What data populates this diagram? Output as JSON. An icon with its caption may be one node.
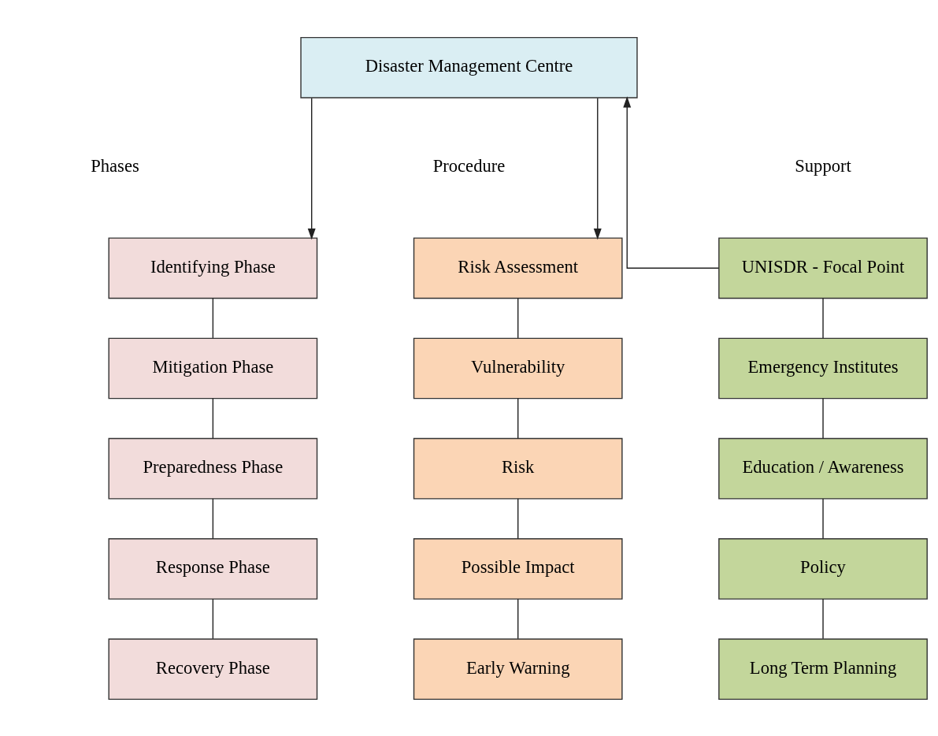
{
  "diagram": {
    "nodes": [
      {
        "text": [
          "Disaster Management Centre"
        ]
      },
      {
        "text": [
          "Identifying Phase"
        ]
      },
      {
        "text": [
          "Mitigation Phase"
        ]
      },
      {
        "text": [
          "Preparedness Phase"
        ]
      },
      {
        "text": [
          "Response Phase"
        ]
      },
      {
        "text": [
          "Recovery Phase"
        ]
      },
      {
        "text": [
          "Risk Assessment"
        ]
      },
      {
        "text": [
          "Vulnerability"
        ]
      },
      {
        "text": [
          "Risk"
        ]
      },
      {
        "text": [
          "Possible Impact"
        ]
      },
      {
        "text": [
          "Early Warning"
        ]
      },
      {
        "text": [
          "UNISDR - Focal Point"
        ]
      },
      {
        "text": [
          "Emergency Institutes"
        ]
      },
      {
        "text": [
          "Education / Awareness"
        ]
      },
      {
        "text": [
          "Policy"
        ]
      },
      {
        "text": [
          "Long Term Planning"
        ]
      }
    ],
    "edges": [
      {
        "from": 0,
        "to": 1,
        "arrow": "to"
      },
      {
        "from": 0,
        "to": 6,
        "arrow": "to"
      },
      {
        "from": 11,
        "to": 0,
        "arrow": "to"
      },
      {
        "from": 1,
        "to": 2,
        "arrow": "none"
      },
      {
        "from": 2,
        "to": 3,
        "arrow": "none"
      },
      {
        "from": 3,
        "to": 4,
        "arrow": "none"
      },
      {
        "from": 4,
        "to": 5,
        "arrow": "none"
      },
      {
        "from": 6,
        "to": 7,
        "arrow": "none"
      },
      {
        "from": 7,
        "to": 8,
        "arrow": "none"
      },
      {
        "from": 8,
        "to": 9,
        "arrow": "none"
      },
      {
        "from": 9,
        "to": 10,
        "arrow": "none"
      },
      {
        "from": 11,
        "to": 12,
        "arrow": "none"
      },
      {
        "from": 12,
        "to": 13,
        "arrow": "none"
      },
      {
        "from": 13,
        "to": 14,
        "arrow": "none"
      },
      {
        "from": 14,
        "to": 15,
        "arrow": "none"
      }
    ],
    "labels": [
      "Phases",
      "Procedure",
      "Support"
    ]
  }
}
